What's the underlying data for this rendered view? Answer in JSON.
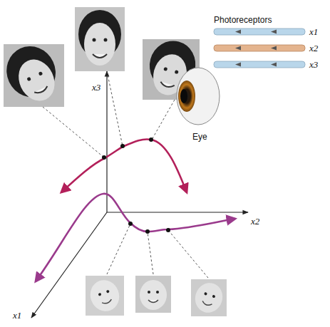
{
  "diagram": {
    "labels": [
      "Photoreceptors",
      "x1",
      "x2",
      "x3",
      "Eye",
      "x3",
      "x2",
      "x1"
    ]
  }
}
